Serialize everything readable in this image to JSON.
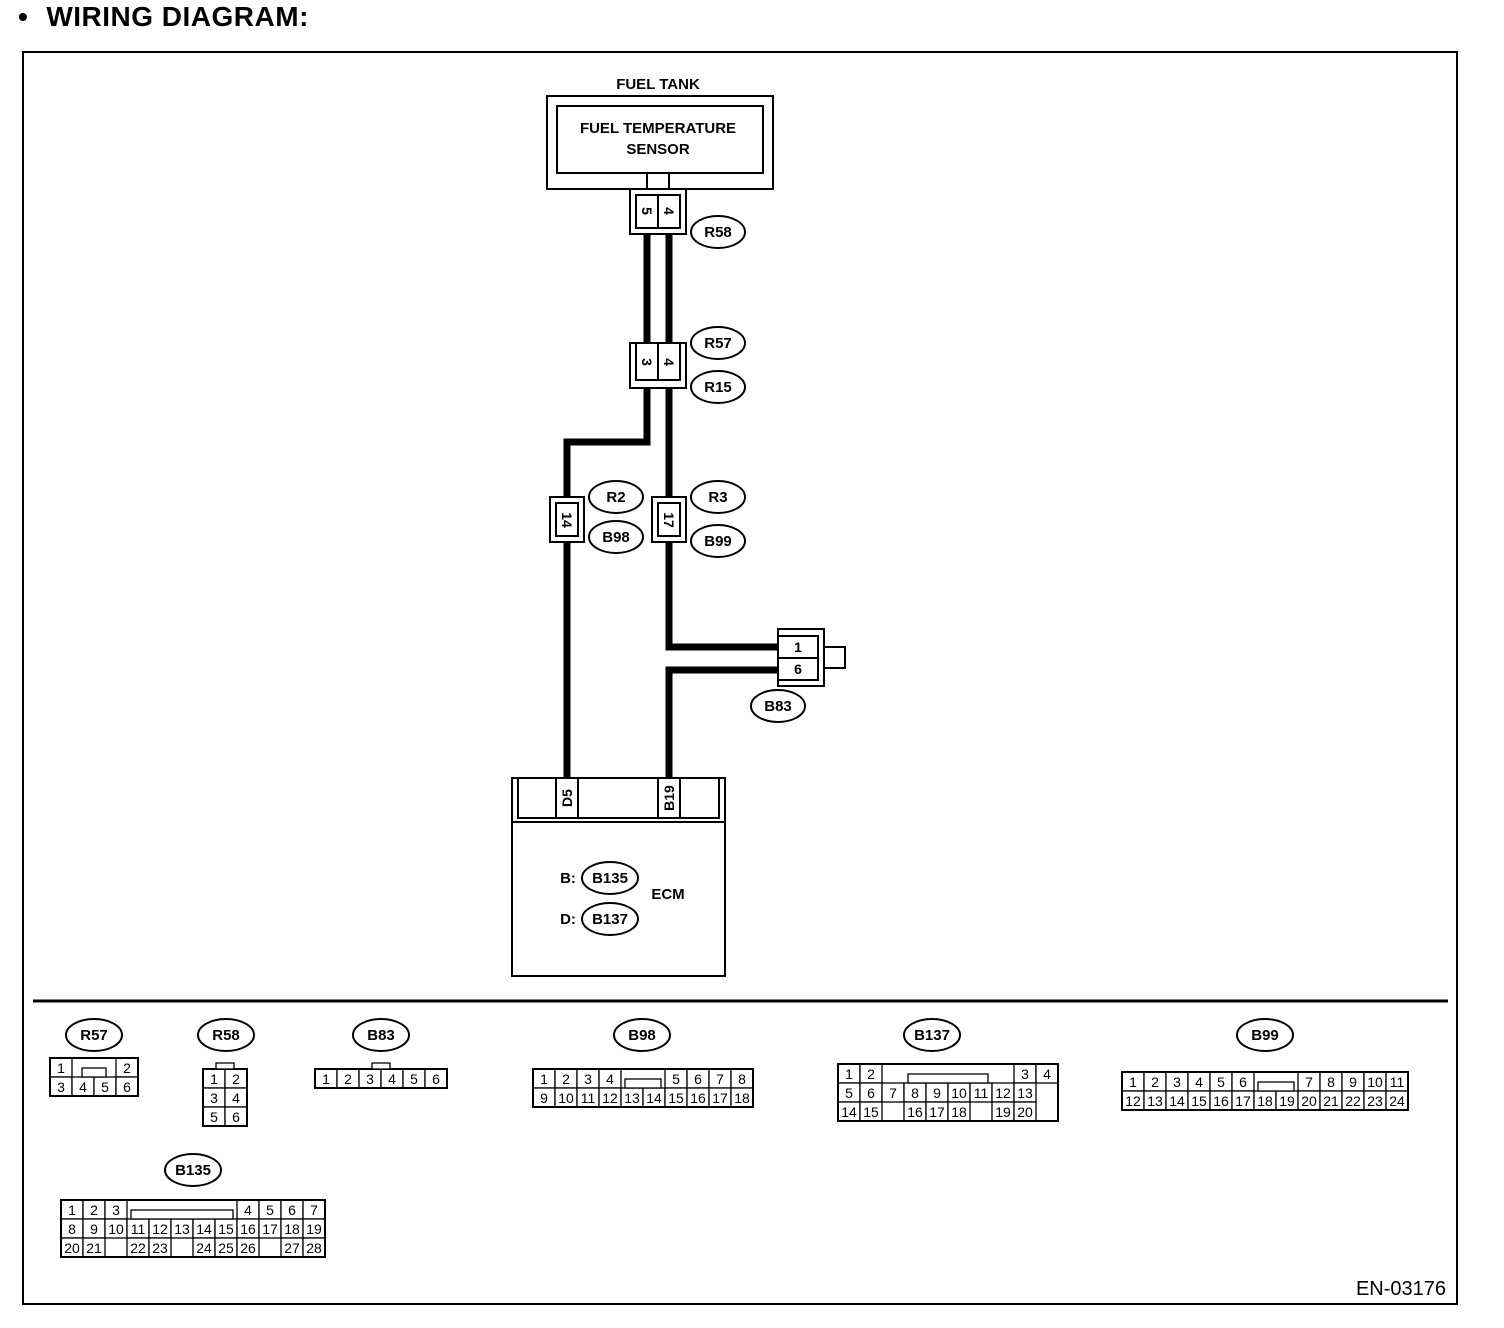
{
  "heading": {
    "bullet": "•",
    "title": "WIRING DIAGRAM:"
  },
  "fuel_tank": {
    "label": "FUEL TANK",
    "sensor_line1": "FUEL TEMPERATURE",
    "sensor_line2": "SENSOR"
  },
  "connectors": {
    "R58": {
      "id": "R58",
      "pins": [
        "5",
        "4"
      ]
    },
    "R57": {
      "id": "R57"
    },
    "R15": {
      "id": "R15",
      "pins": [
        "3",
        "4"
      ]
    },
    "R2": {
      "id": "R2"
    },
    "B98": {
      "id": "B98",
      "pin": "14"
    },
    "R3": {
      "id": "R3"
    },
    "B99": {
      "id": "B99",
      "pin": "17"
    },
    "B83": {
      "id": "B83",
      "pins": [
        "1",
        "6"
      ]
    }
  },
  "ecm": {
    "label": "ECM",
    "pins": [
      "D5",
      "B19"
    ],
    "conn_b_prefix": "B:",
    "conn_b": "B135",
    "conn_d_prefix": "D:",
    "conn_d": "B137"
  },
  "face_views": [
    {
      "id": "R57",
      "rows": [
        [
          "1",
          "",
          "",
          "2"
        ],
        [
          "3",
          "4",
          "5",
          "6"
        ]
      ]
    },
    {
      "id": "R58",
      "rows": [
        [
          "1",
          "2"
        ],
        [
          "3",
          "4"
        ],
        [
          "5",
          "6"
        ]
      ]
    },
    {
      "id": "B83",
      "rows": [
        [
          "1",
          "2",
          "3",
          "4",
          "5",
          "6"
        ]
      ]
    },
    {
      "id": "B98",
      "rows": [
        [
          "1",
          "2",
          "3",
          "4",
          "",
          "",
          "5",
          "6",
          "7",
          "8"
        ],
        [
          "9",
          "10",
          "11",
          "12",
          "13",
          "14",
          "15",
          "16",
          "17",
          "18"
        ]
      ]
    },
    {
      "id": "B137",
      "rows": [
        [
          "1",
          "2",
          "",
          "",
          "",
          "",
          "",
          "",
          "3",
          "4"
        ],
        [
          "5",
          "6",
          "7",
          "8",
          "9",
          "10",
          "11",
          "12",
          "13"
        ],
        [
          "14",
          "15",
          "",
          "16",
          "17",
          "18",
          "",
          "19",
          "20"
        ]
      ]
    },
    {
      "id": "B99",
      "rows": [
        [
          "1",
          "2",
          "3",
          "4",
          "5",
          "6",
          "",
          "",
          "7",
          "8",
          "9",
          "10",
          "11"
        ],
        [
          "12",
          "13",
          "14",
          "15",
          "16",
          "17",
          "18",
          "19",
          "20",
          "21",
          "22",
          "23",
          "24"
        ]
      ]
    },
    {
      "id": "B135",
      "rows": [
        [
          "1",
          "2",
          "3",
          "",
          "",
          "",
          "",
          "",
          "4",
          "5",
          "6",
          "7"
        ],
        [
          "8",
          "9",
          "10",
          "11",
          "12",
          "13",
          "14",
          "15",
          "16",
          "17",
          "18",
          "19"
        ],
        [
          "20",
          "21",
          "",
          "22",
          "23",
          "",
          "24",
          "25",
          "26",
          "",
          "27",
          "28"
        ]
      ]
    }
  ],
  "figure_code": "EN-03176"
}
